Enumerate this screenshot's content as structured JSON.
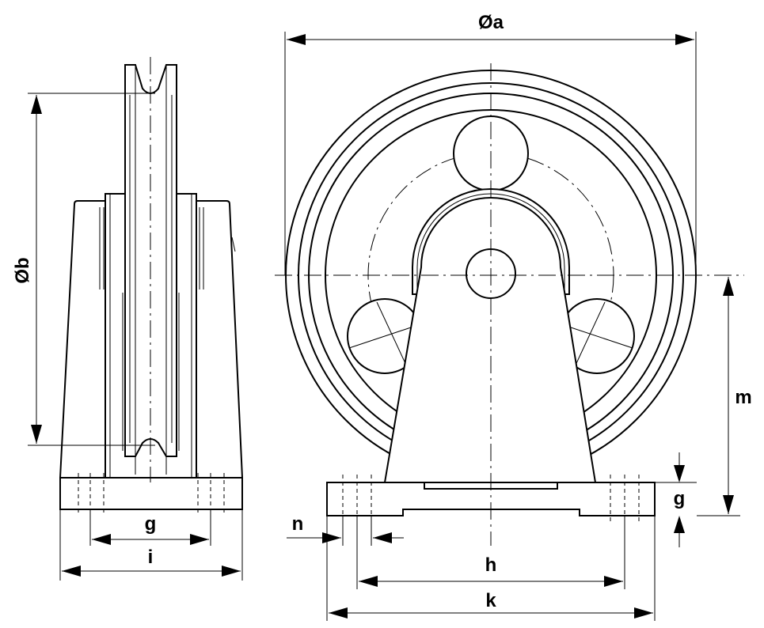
{
  "labels": {
    "a": "Øa",
    "b": "Øb",
    "m": "m",
    "g_front": "g",
    "g_side": "g",
    "i": "i",
    "n": "n",
    "h": "h",
    "k": "k"
  }
}
